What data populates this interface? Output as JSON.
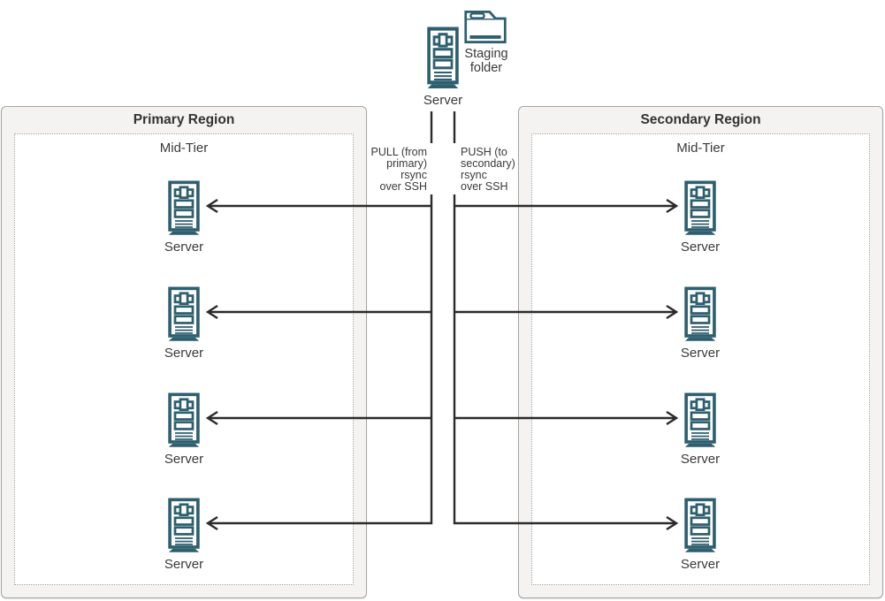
{
  "diagram": {
    "top": {
      "server_label": "Server",
      "staging_folder": {
        "line1": "Staging",
        "line2": "folder"
      }
    },
    "connections": {
      "pull": [
        "PULL (from",
        "primary)",
        "rsync",
        "over SSH"
      ],
      "push": [
        "PUSH (to",
        "secondary)",
        "rsync",
        "over SSH"
      ]
    },
    "primary_region": {
      "title": "Primary Region",
      "tier_label": "Mid-Tier",
      "servers": [
        {
          "label": "Server"
        },
        {
          "label": "Server"
        },
        {
          "label": "Server"
        },
        {
          "label": "Server"
        }
      ]
    },
    "secondary_region": {
      "title": "Secondary Region",
      "tier_label": "Mid-Tier",
      "servers": [
        {
          "label": "Server"
        },
        {
          "label": "Server"
        },
        {
          "label": "Server"
        },
        {
          "label": "Server"
        }
      ]
    },
    "colors": {
      "icon_teal": "#2e5f6e",
      "connector_dark": "#2b2b2b",
      "region_bg": "#f4f3f1",
      "region_border": "#a8a6a2",
      "dotted_border": "#a3a19d",
      "text": "#3a3a3a"
    }
  }
}
